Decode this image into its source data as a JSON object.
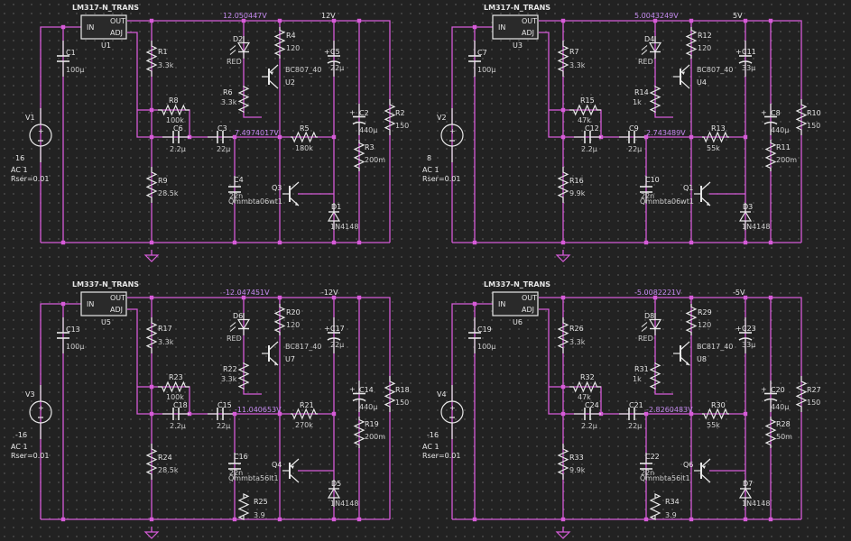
{
  "colors": {
    "background": "#222222",
    "wire": "#d65bd8",
    "component": "#e8e8e8",
    "text": "#e6e6e6",
    "voltage_label": "#c58bf0"
  },
  "circuits": [
    {
      "regulator": {
        "model": "LM317-N_TRANS",
        "ref": "U1",
        "in": "IN",
        "out": "OUT",
        "adj": "ADJ"
      },
      "rail_voltage": "12.050447V",
      "rail_label": "12V",
      "mid_voltage": "7.4974017V",
      "source": {
        "ref": "V1",
        "value": "16",
        "ac": "AC 1",
        "rser": "Rser=0.01"
      },
      "C_in": {
        "ref": "C1",
        "value": "100µ"
      },
      "R_top": {
        "ref": "R1",
        "value": "3.3k"
      },
      "R_fb": {
        "ref": "R8",
        "value": "100k"
      },
      "C_fb": {
        "ref": "C6",
        "value": "2.2µ"
      },
      "C_series": {
        "ref": "C3",
        "value": "22µ"
      },
      "R_bot": {
        "ref": "R9",
        "value": "28.5k"
      },
      "led": {
        "ref": "D2",
        "value": "RED"
      },
      "R_led": {
        "ref": "R4",
        "value": "120"
      },
      "transistor_top": {
        "ref": "U2",
        "value": "BC807_40"
      },
      "R_base": {
        "ref": "R6",
        "value": "3.3k"
      },
      "C_out": {
        "ref": "C5",
        "value": "22µ"
      },
      "R_ser": {
        "ref": "R5",
        "value": "180k"
      },
      "C_cap": {
        "ref": "C4",
        "value": "22n"
      },
      "transistor_bot": {
        "ref": "Q3",
        "value": "Qmmbta06wt1"
      },
      "R_emitter": {
        "ref": "",
        "value": ""
      },
      "diode": {
        "ref": "D1",
        "value": "1N4148"
      },
      "C_big": {
        "ref": "C2",
        "value": "440µ"
      },
      "R_esr": {
        "ref": "R3",
        "value": "200m"
      },
      "R_load": {
        "ref": "R2",
        "value": "150"
      }
    },
    {
      "regulator": {
        "model": "LM317-N_TRANS",
        "ref": "U3",
        "in": "IN",
        "out": "OUT",
        "adj": "ADJ"
      },
      "rail_voltage": "5.0043249V",
      "rail_label": "5V",
      "mid_voltage": "2.743489V",
      "source": {
        "ref": "V2",
        "value": "8",
        "ac": "AC 1",
        "rser": "Rser=0.01"
      },
      "C_in": {
        "ref": "C7",
        "value": "100µ"
      },
      "R_top": {
        "ref": "R7",
        "value": "3.3k"
      },
      "R_fb": {
        "ref": "R15",
        "value": "47k"
      },
      "C_fb": {
        "ref": "C12",
        "value": "2.2µ"
      },
      "C_series": {
        "ref": "C9",
        "value": "22µ"
      },
      "R_bot": {
        "ref": "R16",
        "value": "9.9k"
      },
      "led": {
        "ref": "D4",
        "value": "RED"
      },
      "R_led": {
        "ref": "R12",
        "value": "120"
      },
      "transistor_top": {
        "ref": "U4",
        "value": "BC807_40"
      },
      "R_base": {
        "ref": "R14",
        "value": "1k"
      },
      "C_out": {
        "ref": "C11",
        "value": "33µ"
      },
      "R_ser": {
        "ref": "R13",
        "value": "55k"
      },
      "C_cap": {
        "ref": "C10",
        "value": "22n"
      },
      "transistor_bot": {
        "ref": "Q1",
        "value": "Qmmbta06wt1"
      },
      "R_emitter": {
        "ref": "",
        "value": ""
      },
      "diode": {
        "ref": "D3",
        "value": "1N4148"
      },
      "C_big": {
        "ref": "C8",
        "value": "440µ"
      },
      "R_esr": {
        "ref": "R11",
        "value": "200m"
      },
      "R_load": {
        "ref": "R10",
        "value": "150"
      }
    },
    {
      "regulator": {
        "model": "LM337-N_TRANS",
        "ref": "U5",
        "in": "IN",
        "out": "OUT",
        "adj": "ADJ"
      },
      "rail_voltage": "-12.047451V",
      "rail_label": "-12V",
      "mid_voltage": "-11.040653V",
      "source": {
        "ref": "V3",
        "value": "-16",
        "ac": "AC 1",
        "rser": "Rser=0.01"
      },
      "C_in": {
        "ref": "C13",
        "value": "100µ"
      },
      "R_top": {
        "ref": "R17",
        "value": "3.3k"
      },
      "R_fb": {
        "ref": "R23",
        "value": "100k"
      },
      "C_fb": {
        "ref": "C18",
        "value": "2.2µ"
      },
      "C_series": {
        "ref": "C15",
        "value": "22µ"
      },
      "R_bot": {
        "ref": "R24",
        "value": "28.5k"
      },
      "led": {
        "ref": "D6",
        "value": "RED"
      },
      "R_led": {
        "ref": "R20",
        "value": "120"
      },
      "transistor_top": {
        "ref": "U7",
        "value": "BC817_40"
      },
      "R_base": {
        "ref": "R22",
        "value": "3.3k"
      },
      "C_out": {
        "ref": "C17",
        "value": "22µ"
      },
      "R_ser": {
        "ref": "R21",
        "value": "270k"
      },
      "C_cap": {
        "ref": "C16",
        "value": "22n"
      },
      "transistor_bot": {
        "ref": "Q4",
        "value": "Qmmbta56lt1"
      },
      "R_emitter": {
        "ref": "R25",
        "value": "3.9"
      },
      "diode": {
        "ref": "D5",
        "value": "1N4148"
      },
      "C_big": {
        "ref": "C14",
        "value": "440µ"
      },
      "R_esr": {
        "ref": "R19",
        "value": "200m"
      },
      "R_load": {
        "ref": "R18",
        "value": "150"
      }
    },
    {
      "regulator": {
        "model": "LM337-N_TRANS",
        "ref": "U6",
        "in": "IN",
        "out": "OUT",
        "adj": "ADJ"
      },
      "rail_voltage": "-5.0082221V",
      "rail_label": "-5V",
      "mid_voltage": "-2.8260483V",
      "source": {
        "ref": "V4",
        "value": "-16",
        "ac": "AC 1",
        "rser": "Rser=0.01"
      },
      "C_in": {
        "ref": "C19",
        "value": "100µ"
      },
      "R_top": {
        "ref": "R26",
        "value": "3.3k"
      },
      "R_fb": {
        "ref": "R32",
        "value": "47k"
      },
      "C_fb": {
        "ref": "C24",
        "value": "2.2µ"
      },
      "C_series": {
        "ref": "C21",
        "value": "22µ"
      },
      "R_bot": {
        "ref": "R33",
        "value": "9.9k"
      },
      "led": {
        "ref": "D8",
        "value": "RED"
      },
      "R_led": {
        "ref": "R29",
        "value": "120"
      },
      "transistor_top": {
        "ref": "U8",
        "value": "BC817_40"
      },
      "R_base": {
        "ref": "R31",
        "value": "1k"
      },
      "C_out": {
        "ref": "C23",
        "value": "33µ"
      },
      "R_ser": {
        "ref": "R30",
        "value": "55k"
      },
      "C_cap": {
        "ref": "C22",
        "value": "22n"
      },
      "transistor_bot": {
        "ref": "Q6",
        "value": "Qmmbta56lt1"
      },
      "R_emitter": {
        "ref": "R34",
        "value": "3.9"
      },
      "diode": {
        "ref": "D7",
        "value": "1N4148"
      },
      "C_big": {
        "ref": "C20",
        "value": "440µ"
      },
      "R_esr": {
        "ref": "R28",
        "value": "50m"
      },
      "R_load": {
        "ref": "R27",
        "value": "150"
      }
    }
  ]
}
